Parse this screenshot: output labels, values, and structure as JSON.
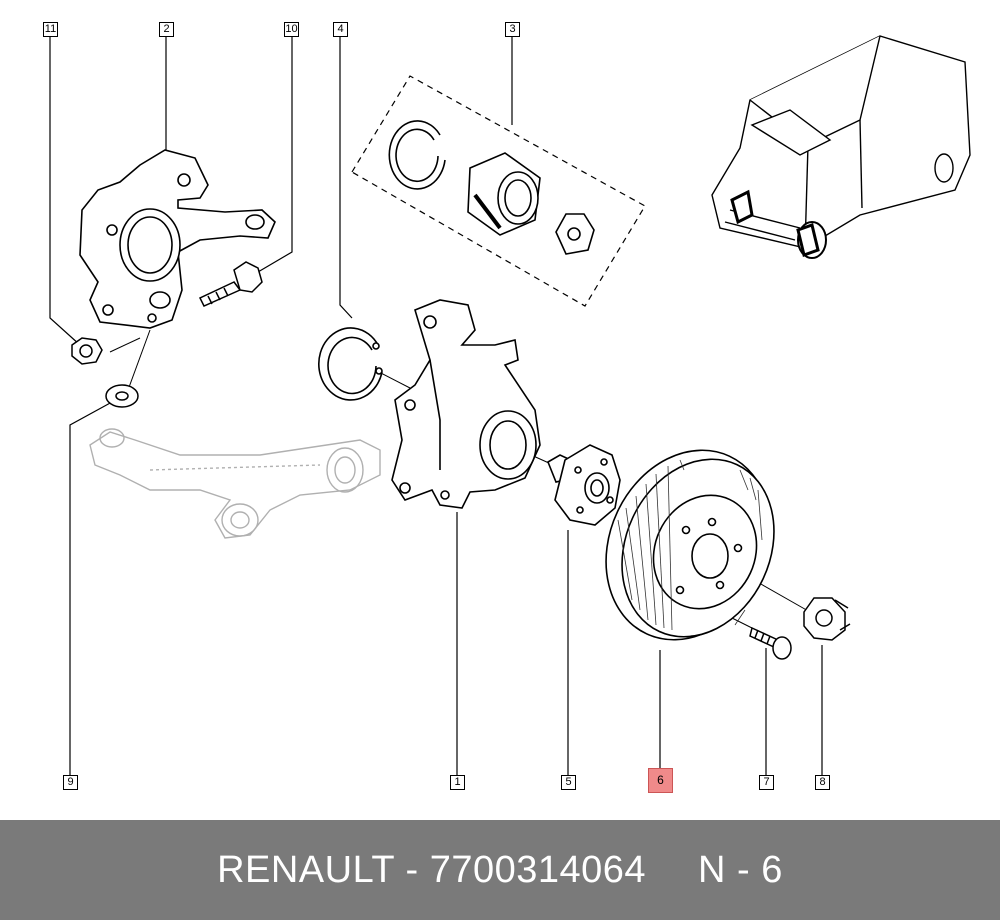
{
  "callouts": [
    {
      "label": "11"
    },
    {
      "label": "2"
    },
    {
      "label": "10"
    },
    {
      "label": "4"
    },
    {
      "label": "3"
    },
    {
      "label": "9"
    },
    {
      "label": "1"
    },
    {
      "label": "5"
    },
    {
      "label": "6",
      "highlighted": true
    },
    {
      "label": "7"
    },
    {
      "label": "8"
    }
  ],
  "footer": {
    "brand_part": "RENAULT - 7700314064",
    "page": "N - 6"
  },
  "colors": {
    "line": "#000000",
    "highlight": "#f08a8a",
    "footer_bg": "#7a7a7a",
    "footer_text": "#ffffff",
    "ghost_part": "#b0b0b0"
  }
}
